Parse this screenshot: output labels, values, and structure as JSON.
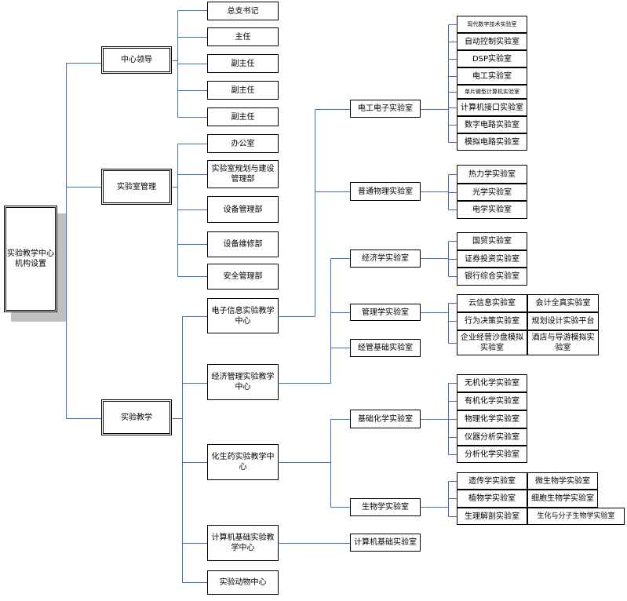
{
  "colors": {
    "line": "#3d6fb6",
    "border": "#000000",
    "shadow": "#c0c0c0"
  },
  "root": "实验教学中心机构设置",
  "level1": {
    "leadership": "中心领导",
    "lab_management": "实验室管理",
    "teaching": "实验教学"
  },
  "leadership": [
    "总支书记",
    "主任",
    "副主任",
    "副主任",
    "副主任"
  ],
  "management": [
    "办公室",
    "实验室规划与建设管理部",
    "设备管理部",
    "设备维修部",
    "安全管理部"
  ],
  "centers": {
    "electronic_info": "电子信息实验教学中心",
    "econ_mgmt": "经济管理实验教学中心",
    "chem_bio_pharma": "化生药实验教学中心",
    "computer_basic": "计算机基础实验教学中心",
    "animal": "实验动物中心"
  },
  "labs": {
    "electrical_electronic": "电工电子实验室",
    "general_physics": "普通物理实验室",
    "economics": "经济学实验室",
    "management": "管理学实验室",
    "econ_mgmt_basic": "经管基础实验室",
    "basic_chemistry": "基础化学实验室",
    "biology": "生物学实验室",
    "computer_basic": "计算机基础实验室"
  },
  "electrical_rooms": [
    "现代数字技术实验室",
    "自动控制实验室",
    "DSP实验室",
    "电工实验室",
    "单片微型计算机实验室",
    "计算机接口实验室",
    "数字电路实验室",
    "模拟电路实验室"
  ],
  "physics_rooms": [
    "热力学实验室",
    "光学实验室",
    "电学实验室"
  ],
  "economics_rooms": [
    "国贸实验室",
    "证券投资实验室",
    "银行综合实验室"
  ],
  "management_rooms": {
    "left": [
      "云信息实验室",
      "行为决策实验室",
      "企业经营沙盘模拟实验室"
    ],
    "right": [
      "会计全真实验室",
      "规划设计实验平台",
      "酒店与导游模拟实验室"
    ]
  },
  "chemistry_rooms": [
    "无机化学实验室",
    "有机化学实验室",
    "物理化学实验室",
    "仪器分析实验室",
    "分析化学实验室"
  ],
  "biology_rooms": {
    "left": [
      "遗传学实验室",
      "植物学实验室",
      "生理解剖实验室"
    ],
    "right": [
      "微生物学实验室",
      "细胞生物学实验室",
      "生化与分子生物学实验室"
    ]
  }
}
